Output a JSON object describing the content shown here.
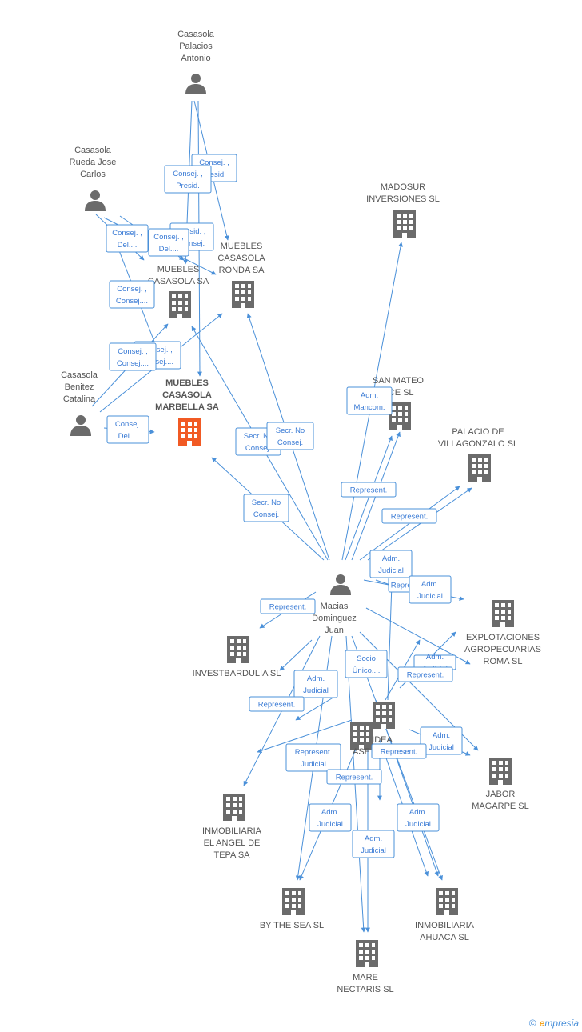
{
  "colors": {
    "edge": "#4a90d9",
    "node": "#6b6b6b",
    "main_node": "#f15a24",
    "label": "#555555"
  },
  "nodes": [
    {
      "id": "p_antonio",
      "kind": "person",
      "lines": [
        "Casasola",
        "Palacios",
        "Antonio"
      ]
    },
    {
      "id": "p_jose",
      "kind": "person",
      "lines": [
        "Casasola",
        "Rueda Jose",
        "Carlos"
      ]
    },
    {
      "id": "p_catalina",
      "kind": "person",
      "lines": [
        "Casasola",
        "Benitez",
        "Catalina"
      ]
    },
    {
      "id": "p_macias",
      "kind": "person",
      "lines": [
        "Macias",
        "Dominguez",
        "Juan"
      ]
    },
    {
      "id": "c_marbella",
      "kind": "main",
      "lines": [
        "MUEBLES",
        "CASASOLA",
        "MARBELLA SA"
      ]
    },
    {
      "id": "c_muebles",
      "kind": "company",
      "lines": [
        "MUEBLES",
        "CASASOLA SA"
      ]
    },
    {
      "id": "c_ronda",
      "kind": "company",
      "lines": [
        "MUEBLES",
        "CASASOLA",
        "RONDA SA"
      ]
    },
    {
      "id": "c_madosur",
      "kind": "company",
      "lines": [
        "MADOSUR",
        "INVERSIONES SL"
      ]
    },
    {
      "id": "c_sanmateo",
      "kind": "company",
      "lines": [
        "SAN MATEO",
        "ACE SL"
      ]
    },
    {
      "id": "c_palacio",
      "kind": "company",
      "lines": [
        "PALACIO DE",
        "VILLAGONZALO SL"
      ]
    },
    {
      "id": "c_explot",
      "kind": "company",
      "lines": [
        "EXPLOTACIONES",
        "AGROPECUARIAS",
        "ROMA SL"
      ]
    },
    {
      "id": "c_investbardulia",
      "kind": "company",
      "lines": [
        "INVESTBARDULIA SL"
      ]
    },
    {
      "id": "c_idea",
      "kind": "company",
      "lines": [
        "IDEA"
      ]
    },
    {
      "id": "c_ase",
      "kind": "company",
      "lines": [
        "ASE"
      ]
    },
    {
      "id": "c_jabor",
      "kind": "company",
      "lines": [
        "JABOR",
        "MAGARPE SL"
      ]
    },
    {
      "id": "c_angel",
      "kind": "company",
      "lines": [
        "INMOBILIARIA",
        "EL ANGEL DE",
        "TEPA SA"
      ]
    },
    {
      "id": "c_bythesea",
      "kind": "company",
      "lines": [
        "BY THE SEA SL"
      ]
    },
    {
      "id": "c_ahuaca",
      "kind": "company",
      "lines": [
        "INMOBILIARIA",
        "AHUACA SL"
      ]
    },
    {
      "id": "c_mare",
      "kind": "company",
      "lines": [
        "MARE",
        "NECTARIS SL"
      ]
    }
  ],
  "relations": [
    {
      "lines": [
        "Consej. ,",
        "Presid."
      ]
    },
    {
      "lines": [
        "Consej. ,",
        "Presid."
      ]
    },
    {
      "lines": [
        "Consej. ,",
        "Del...."
      ]
    },
    {
      "lines": [
        "Presid. ,",
        "Consej."
      ]
    },
    {
      "lines": [
        "Consej. ,",
        "Del...."
      ]
    },
    {
      "lines": [
        "Consej. ,",
        "Consej...."
      ]
    },
    {
      "lines": [
        "Consej. ,",
        "Consej...."
      ]
    },
    {
      "lines": [
        "Consej. ,",
        "Consej...."
      ]
    },
    {
      "lines": [
        "Consej.",
        "Del...."
      ]
    },
    {
      "lines": [
        "Secr. No",
        "Consej."
      ]
    },
    {
      "lines": [
        "Secr. No",
        "Consej."
      ]
    },
    {
      "lines": [
        "Secr. No",
        "Consej."
      ]
    },
    {
      "lines": [
        "Adm.",
        "Mancom."
      ]
    },
    {
      "lines": [
        "Represent."
      ]
    },
    {
      "lines": [
        "Represent."
      ]
    },
    {
      "lines": [
        "Adm.",
        "Judicial"
      ]
    },
    {
      "lines": [
        "Represent."
      ]
    },
    {
      "lines": [
        "Adm.",
        "Judicial"
      ]
    },
    {
      "lines": [
        "Represent."
      ]
    },
    {
      "lines": [
        "Socio",
        "Único...."
      ]
    },
    {
      "lines": [
        "Adm.",
        "Judicial"
      ]
    },
    {
      "lines": [
        "Adm.",
        "Judicial"
      ]
    },
    {
      "lines": [
        "Represent."
      ]
    },
    {
      "lines": [
        "Represent."
      ]
    },
    {
      "lines": [
        "Adm.",
        "Judicial"
      ]
    },
    {
      "lines": [
        "Represent.",
        "Judicial"
      ]
    },
    {
      "lines": [
        "Represent."
      ]
    },
    {
      "lines": [
        "Represent."
      ]
    },
    {
      "lines": [
        "Adm.",
        "Judicial"
      ]
    },
    {
      "lines": [
        "Adm.",
        "Judicial"
      ]
    },
    {
      "lines": [
        "Adm.",
        "Judicial"
      ]
    }
  ],
  "footer": {
    "copyright": "©",
    "brand_e": "e",
    "brand": "mpresia"
  }
}
